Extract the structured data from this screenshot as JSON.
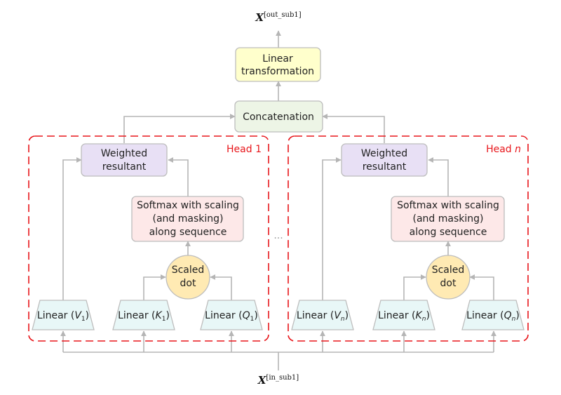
{
  "output_label": {
    "var": "X",
    "sup": "[out_sub1]"
  },
  "input_label": {
    "var": "X",
    "sup": "[in_sub1]"
  },
  "linear_transformation": {
    "line1": "Linear",
    "line2": "transformation",
    "color": "#ffffcc"
  },
  "concatenation": {
    "label": "Concatenation",
    "color": "#edf5e6"
  },
  "ellipsis": "···",
  "head_border_color": "#e8161b",
  "heads": [
    {
      "label": "Head 1",
      "weighted": {
        "line1": "Weighted",
        "line2": "resultant",
        "color": "#e8e0f5"
      },
      "softmax": {
        "line1": "Softmax with scaling",
        "line2": "(and masking)",
        "line3": "along sequence",
        "color": "#fde8e8"
      },
      "scaled_dot": {
        "line1": "Scaled",
        "line2": "dot",
        "color": "#ffeab3"
      },
      "linear_v": {
        "prefix": "Linear (",
        "var": "V",
        "sub": "1",
        "suffix": ")"
      },
      "linear_k": {
        "prefix": "Linear (",
        "var": "K",
        "sub": "1",
        "suffix": ")"
      },
      "linear_q": {
        "prefix": "Linear (",
        "var": "Q",
        "sub": "1",
        "suffix": ")"
      },
      "linear_color": "#e8f7f7"
    },
    {
      "label_prefix": "Head ",
      "label_var": "n",
      "weighted": {
        "line1": "Weighted",
        "line2": "resultant",
        "color": "#e8e0f5"
      },
      "softmax": {
        "line1": "Softmax with scaling",
        "line2": "(and masking)",
        "line3": "along sequence",
        "color": "#fde8e8"
      },
      "scaled_dot": {
        "line1": "Scaled",
        "line2": "dot",
        "color": "#ffeab3"
      },
      "linear_v": {
        "prefix": "Linear (",
        "var": "V",
        "sub": "n",
        "suffix": ")"
      },
      "linear_k": {
        "prefix": "Linear (",
        "var": "K",
        "sub": "n",
        "suffix": ")"
      },
      "linear_q": {
        "prefix": "Linear (",
        "var": "Q",
        "sub": "n",
        "suffix": ")"
      },
      "linear_color": "#e8f7f7"
    }
  ]
}
